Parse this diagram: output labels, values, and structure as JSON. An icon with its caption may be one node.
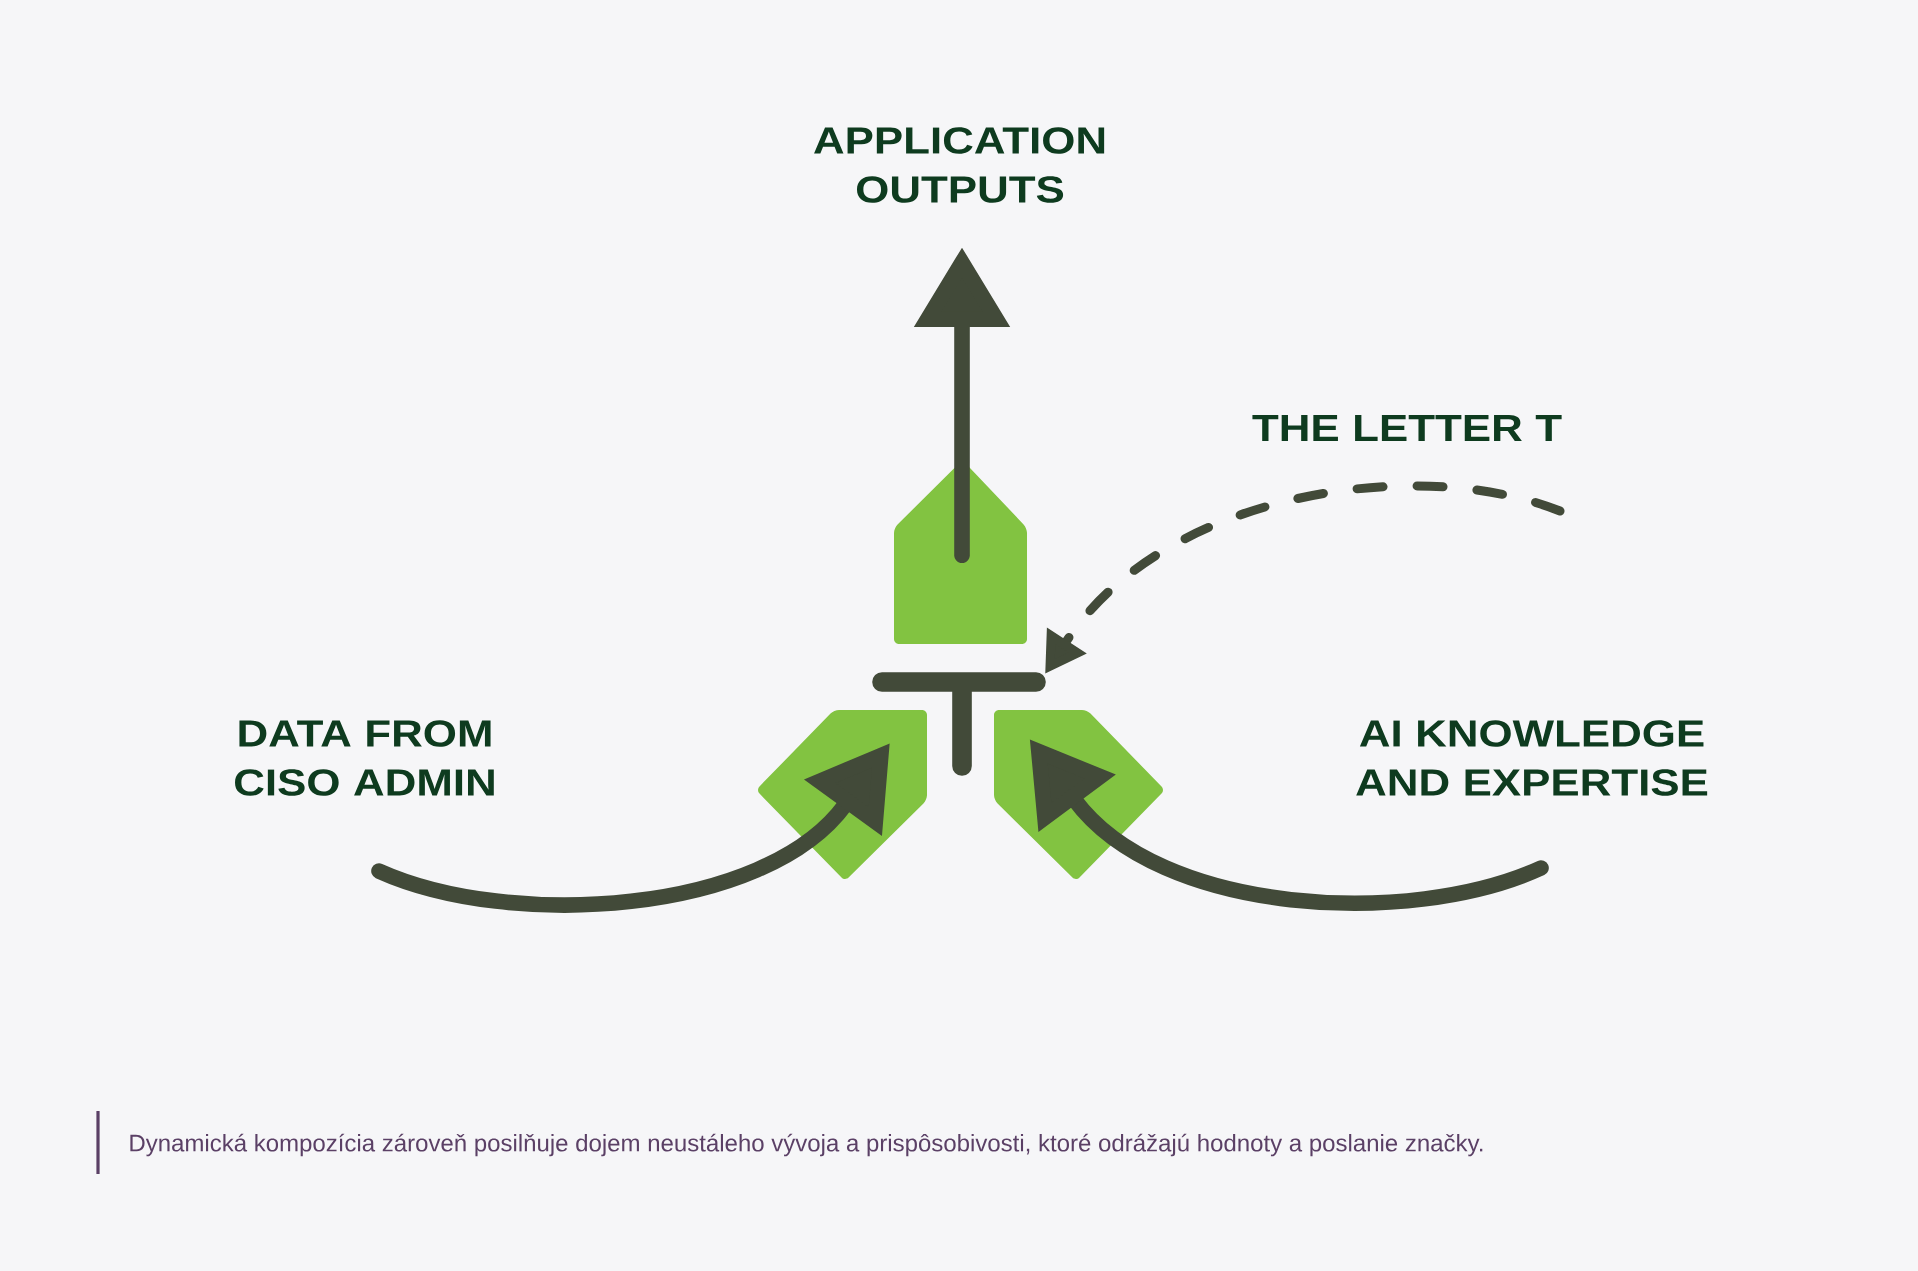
{
  "diagram": {
    "caption": "Dynamická kompozícia zároveň posilňuje dojem neustáleho vývoja a prispôsobivosti, ktoré odrážajú hodnoty a poslanie značky.",
    "nodes": [
      {
        "text": [
          "APPLICATION OUTPUTS"
        ]
      },
      {
        "text": [
          "THE LETTER T"
        ]
      },
      {
        "text": [],
        "shape": "pentagon"
      },
      {
        "text": [],
        "shape": "bar"
      },
      {
        "text": [
          "DATA FROM CISO ADMIN"
        ]
      },
      {
        "text": [],
        "shape": "pentagon"
      },
      {
        "text": [],
        "shape": "pentagon"
      },
      {
        "text": [
          "AI KNOWLEDGE AND EXPERTISE"
        ]
      }
    ],
    "edges": [
      {
        "from": 2,
        "to": 0,
        "arrow": "to"
      },
      {
        "from": 1,
        "to": 3,
        "arrow": "to",
        "style": "dashed"
      },
      {
        "from": 4,
        "to": 5,
        "arrow": "to"
      },
      {
        "from": 7,
        "to": 6,
        "arrow": "to"
      }
    ]
  }
}
